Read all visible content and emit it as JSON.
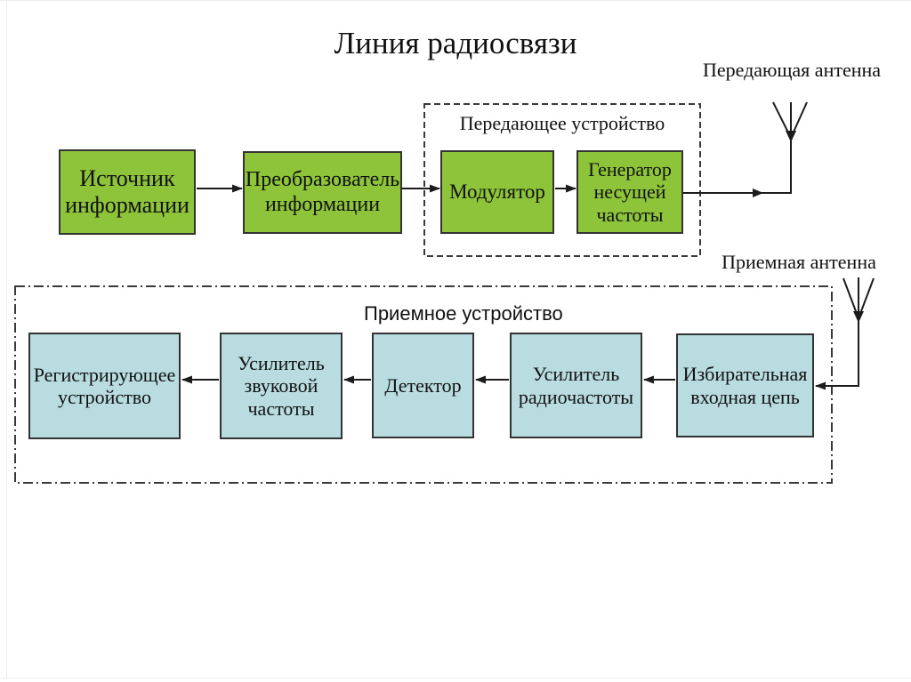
{
  "title": "Линия радиосвязи",
  "labels": {
    "transmitting_antenna": "Передающая антенна",
    "receiving_antenna": "Приемная антенна",
    "transmitter_group": "Передающее устройство",
    "receiver_group": "Приемное устройство"
  },
  "blocks": {
    "source": "Источник информации",
    "converter": "Преобразователь информации",
    "modulator": "Модулятор",
    "carrier_generator": "Генератор несущей частоты",
    "recorder": "Регистрирующее устройство",
    "audio_amplifier": "Усилитель звуковой частоты",
    "detector": "Детектор",
    "rf_amplifier": "Усилитель радиочастоты",
    "selective_input_circuit": "Избирательная входная цепь"
  },
  "colors": {
    "green_fill": "#8ec43a",
    "blue_fill": "#b9dce0",
    "box_border": "#333333",
    "outline": "#3a3a3a",
    "line": "#1c1c1c",
    "text": "#111111",
    "page_edge": "#ececec"
  }
}
